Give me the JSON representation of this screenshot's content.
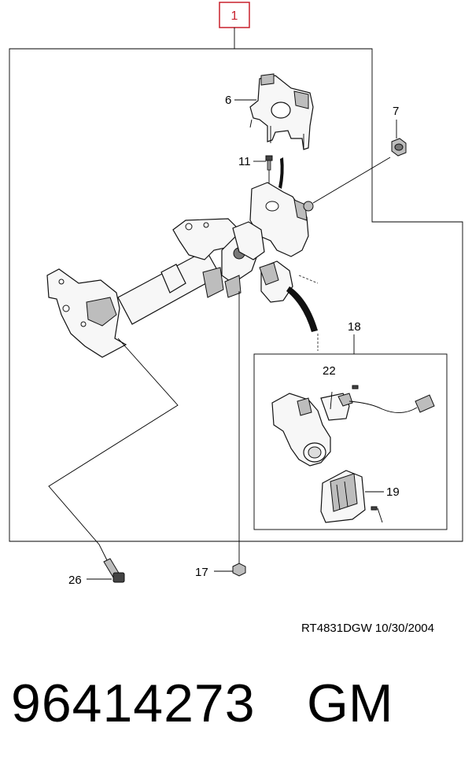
{
  "diagram": {
    "callout_main": "1",
    "labels": {
      "p6": "6",
      "p7": "7",
      "p11": "11",
      "p17": "17",
      "p18": "18",
      "p19": "19",
      "p22": "22",
      "p26": "26"
    },
    "colors": {
      "callout_red": "#c8202c",
      "lines": "#000000"
    }
  },
  "footer": {
    "ref_code": "RT4831DGW  10/30/2004",
    "part_number": "96414273",
    "brand": "GM"
  }
}
